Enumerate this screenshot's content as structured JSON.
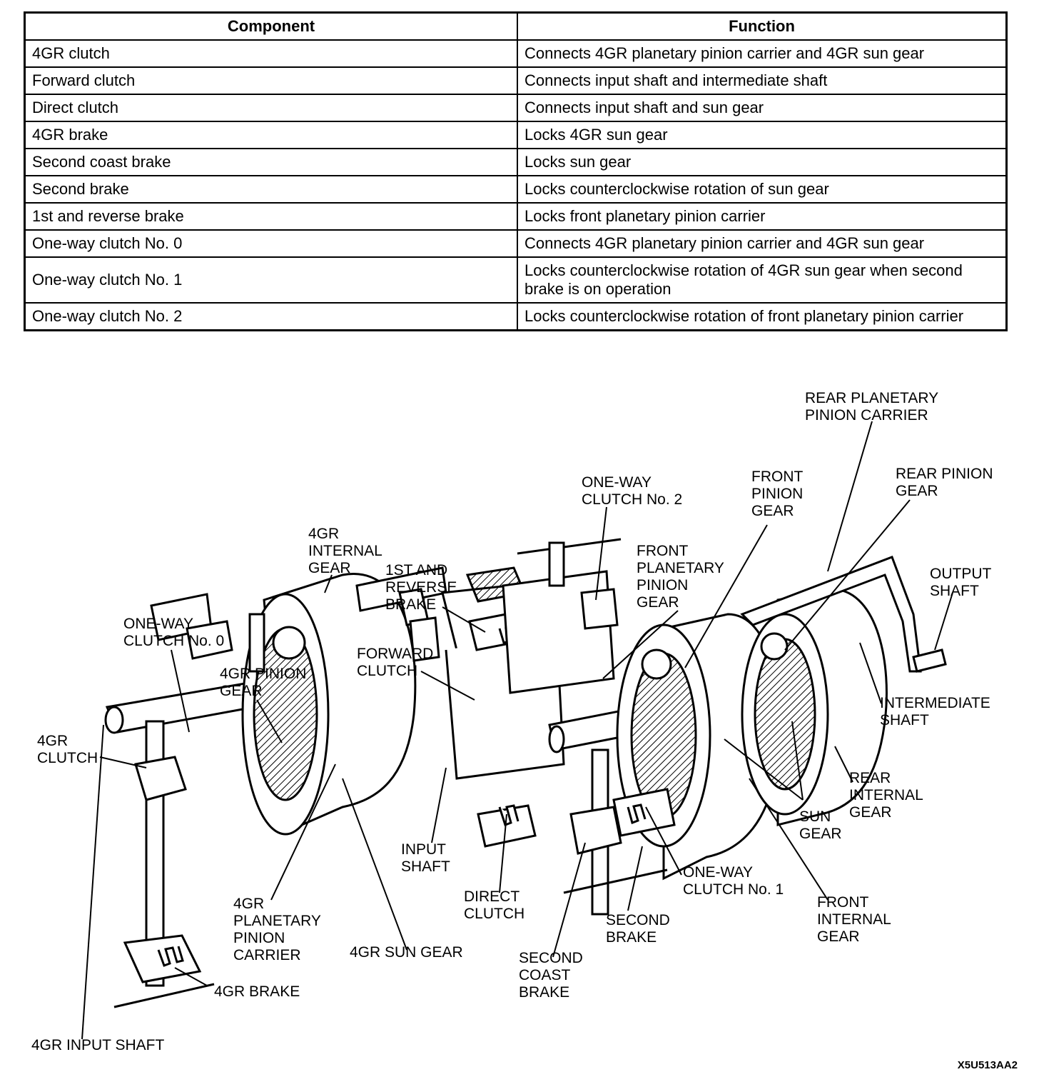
{
  "table": {
    "headers": [
      "Component",
      "Function"
    ],
    "rows": [
      [
        "4GR clutch",
        "Connects 4GR planetary pinion carrier and 4GR sun gear"
      ],
      [
        "Forward clutch",
        "Connects input shaft and intermediate shaft"
      ],
      [
        "Direct clutch",
        "Connects input shaft and sun gear"
      ],
      [
        "4GR brake",
        "Locks 4GR sun gear"
      ],
      [
        "Second coast brake",
        "Locks sun gear"
      ],
      [
        "Second brake",
        "Locks counterclockwise rotation of sun gear"
      ],
      [
        "1st and reverse brake",
        "Locks front planetary pinion carrier"
      ],
      [
        "One-way clutch No. 0",
        "Connects 4GR planetary pinion carrier and 4GR sun gear"
      ],
      [
        "One-way clutch No. 1",
        "Locks counterclockwise rotation of 4GR sun gear when second brake is on operation"
      ],
      [
        "One-way clutch No. 2",
        "Locks counterclockwise rotation of front planetary pinion carrier"
      ]
    ]
  },
  "diagram": {
    "labels": {
      "rear_planetary_carrier": [
        "REAR PLANETARY",
        "PINION CARRIER"
      ],
      "rear_pinion_gear": [
        "REAR PINION",
        "GEAR"
      ],
      "front_pinion_gear": [
        "FRONT",
        "PINION",
        "GEAR"
      ],
      "owc2": [
        "ONE-WAY",
        "CLUTCH No. 2"
      ],
      "front_planetary_pinion_gear": [
        "FRONT",
        "PLANETARY",
        "PINION",
        "GEAR"
      ],
      "output_shaft": [
        "OUTPUT",
        "SHAFT"
      ],
      "internal_4gr": [
        "4GR",
        "INTERNAL",
        "GEAR"
      ],
      "first_reverse_brake": [
        "1ST AND",
        "REVERSE",
        "BRAKE"
      ],
      "owc0": [
        "ONE-WAY",
        "CLUTCH No. 0"
      ],
      "forward_clutch": [
        "FORWARD",
        "CLUTCH"
      ],
      "pinion_4gr": [
        "4GR PINION",
        "GEAR"
      ],
      "clutch_4gr": [
        "4GR",
        "CLUTCH"
      ],
      "intermediate_shaft": [
        "INTERMEDIATE",
        "SHAFT"
      ],
      "rear_internal_gear": [
        "REAR",
        "INTERNAL",
        "GEAR"
      ],
      "sun_gear": [
        "SUN",
        "GEAR"
      ],
      "input_shaft": [
        "INPUT",
        "SHAFT"
      ],
      "owc1": [
        "ONE-WAY",
        "CLUTCH No. 1"
      ],
      "direct_clutch": [
        "DIRECT",
        "CLUTCH"
      ],
      "front_internal_gear": [
        "FRONT",
        "INTERNAL",
        "GEAR"
      ],
      "second_brake": [
        "SECOND",
        "BRAKE"
      ],
      "carrier_4gr": [
        "4GR",
        "PLANETARY",
        "PINION",
        "CARRIER"
      ],
      "sun_4gr": [
        "4GR SUN GEAR"
      ],
      "second_coast_brake": [
        "SECOND",
        "COAST",
        "BRAKE"
      ],
      "brake_4gr": [
        "4GR BRAKE"
      ],
      "input_4gr": [
        "4GR INPUT SHAFT"
      ]
    },
    "figure_code": "X5U513AA2"
  }
}
